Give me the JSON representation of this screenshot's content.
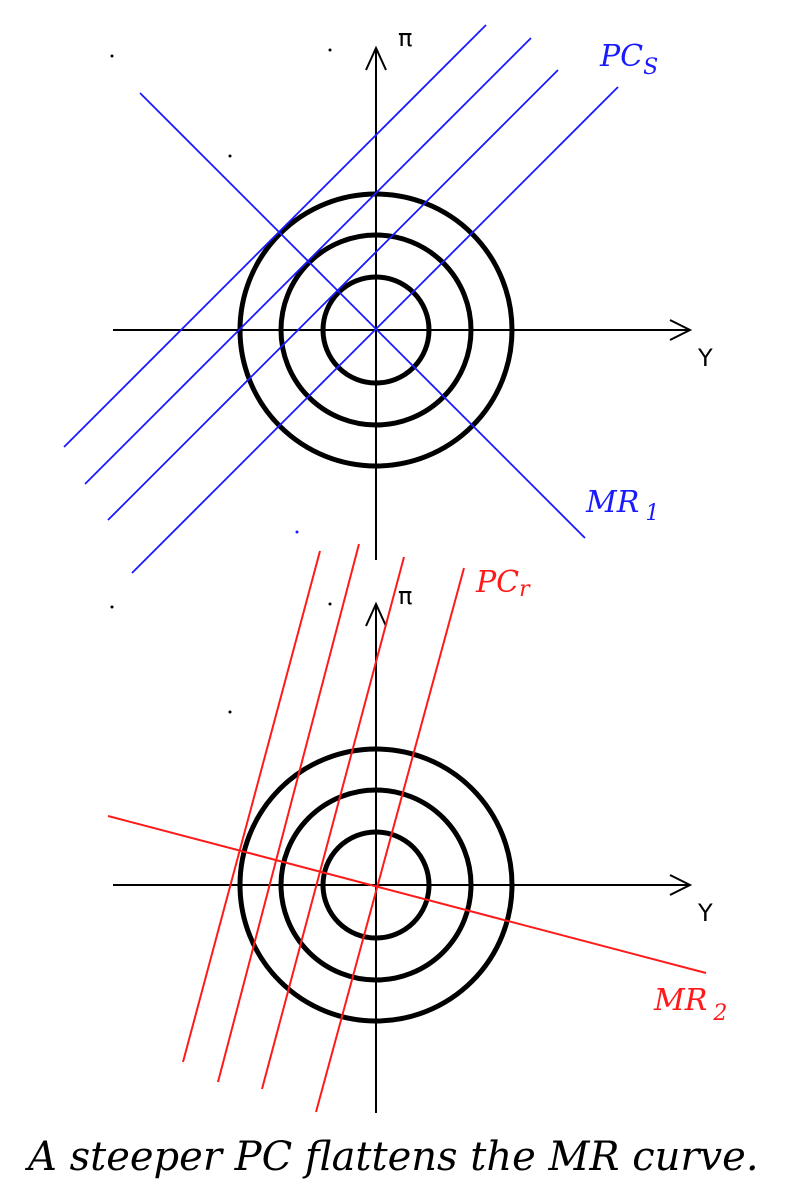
{
  "top_panel": {
    "y_axis_label": "π",
    "x_axis_label": "Y",
    "pc_label_main": "PC",
    "pc_label_sub": "S",
    "mr_label_main": "MR",
    "mr_label_sub": "1",
    "color": "#1a1aff"
  },
  "bottom_panel": {
    "y_axis_label": "π",
    "x_axis_label": "Y",
    "pc_label_main": "PC",
    "pc_label_sub": "r",
    "mr_label_main": "MR",
    "mr_label_sub": "2",
    "color": "#ff1a1a"
  },
  "caption": "A steeper PC flattens the MR curve."
}
